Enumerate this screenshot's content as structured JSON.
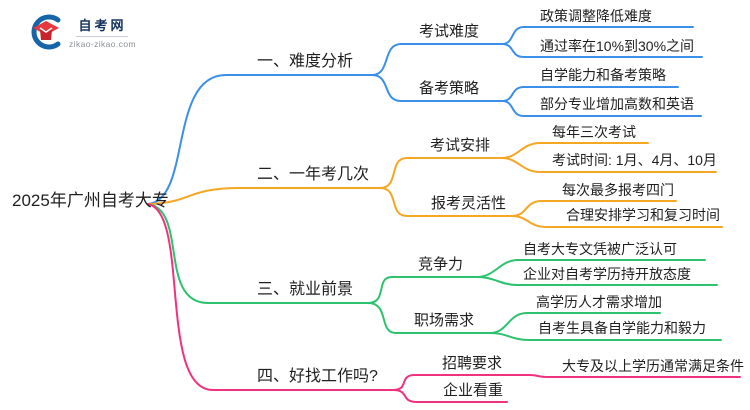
{
  "logo": {
    "name": "自考网",
    "domain": "zikao-zikao.com",
    "cap_color": "#e8383d",
    "swoosh_color": "#1565a8"
  },
  "root": {
    "label": "2025年广州自考大专"
  },
  "branches": [
    {
      "label": "一、难度分析",
      "color": "#3a8fe8",
      "children": [
        {
          "label": "考试难度",
          "leaves": [
            "政策调整降低难度",
            "通过率在10%到30%之间"
          ]
        },
        {
          "label": "备考策略",
          "leaves": [
            "自学能力和备考策略",
            "部分专业增加高数和英语"
          ]
        }
      ]
    },
    {
      "label": "二、一年考几次",
      "color": "#f5a623",
      "children": [
        {
          "label": "考试安排",
          "leaves": [
            "每年三次考试",
            "考试时间: 1月、4月、10月"
          ]
        },
        {
          "label": "报考灵活性",
          "leaves": [
            "每次最多报考四门",
            "合理安排学习和复习时间"
          ]
        }
      ]
    },
    {
      "label": "三、就业前景",
      "color": "#2dc26d",
      "children": [
        {
          "label": "竞争力",
          "leaves": [
            "自考大专文凭被广泛认可",
            "企业对自考学历持开放态度"
          ]
        },
        {
          "label": "职场需求",
          "leaves": [
            "高学历人才需求增加",
            "自考生具备自学能力和毅力"
          ]
        }
      ]
    },
    {
      "label": "四、好找工作吗?",
      "color": "#f0327e",
      "children": [
        {
          "label": "招聘要求",
          "leaves": [
            "大专及以上学历通常满足条件"
          ]
        },
        {
          "label": "企业看重",
          "leaves": []
        }
      ]
    }
  ]
}
